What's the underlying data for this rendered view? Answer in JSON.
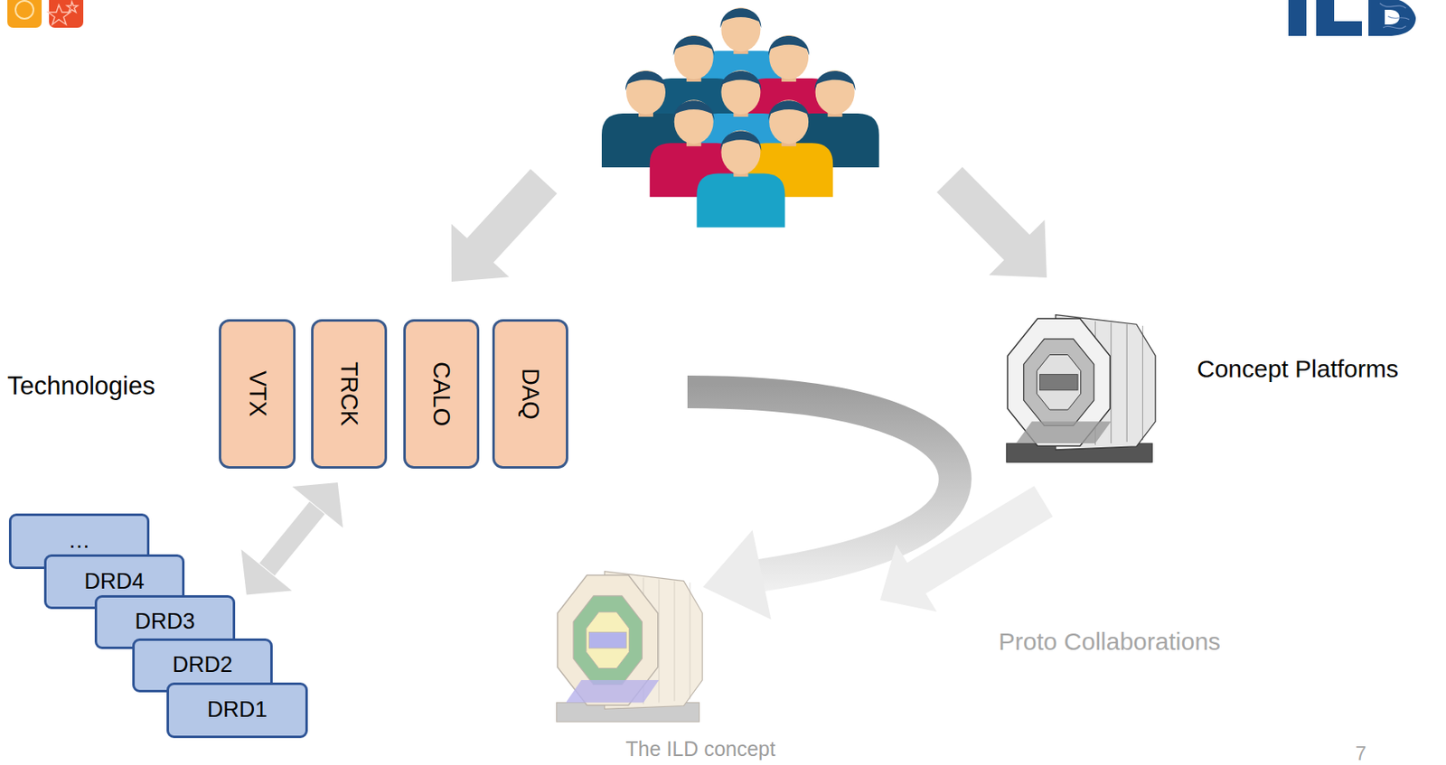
{
  "diagram": {
    "nodes": [
      {
        "text": [
          "VTX"
        ]
      },
      {
        "text": [
          "TRCK"
        ]
      },
      {
        "text": [
          "CALO"
        ]
      },
      {
        "text": [
          "DAQ"
        ]
      },
      {
        "text": [
          "…"
        ]
      },
      {
        "text": [
          "DRD4"
        ]
      },
      {
        "text": [
          "DRD3"
        ]
      },
      {
        "text": [
          "DRD2"
        ]
      },
      {
        "text": [
          "DRD1"
        ]
      }
    ],
    "edges": [
      {
        "from": 6,
        "to": 1,
        "arrow": "both"
      }
    ],
    "labels": [
      "Technologies",
      "Concept Platforms",
      "Proto Collaborations",
      "The ILD concept",
      "7"
    ]
  }
}
